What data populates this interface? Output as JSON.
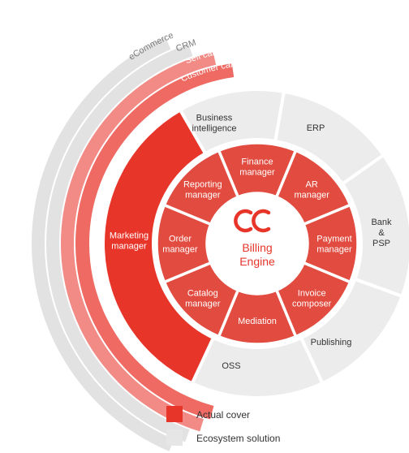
{
  "center": {
    "title_line1": "Billing",
    "title_line2": "Engine",
    "logo": "cc-logo-icon",
    "logo_color": "#e8352a"
  },
  "colors": {
    "core": "#e8352a",
    "core_alt": "#e24b3f",
    "ring_light": "#f28b85",
    "ring_mid": "#ee6a62",
    "eco": "#ececec",
    "eco_text": "#333333",
    "arc_outer": "#e2e2e2",
    "arc_outer_text": "#7a7a7a"
  },
  "inner_ring": [
    {
      "id": "finance",
      "lines": [
        "Finance",
        "manager"
      ]
    },
    {
      "id": "ar",
      "lines": [
        "AR",
        "manager"
      ]
    },
    {
      "id": "payment",
      "lines": [
        "Payment",
        "manager"
      ]
    },
    {
      "id": "invoice",
      "lines": [
        "Invoice",
        "composer"
      ]
    },
    {
      "id": "mediation",
      "lines": [
        "Mediation"
      ]
    },
    {
      "id": "catalog",
      "lines": [
        "Catalog",
        "manager"
      ]
    },
    {
      "id": "order",
      "lines": [
        "Order",
        "manager"
      ]
    },
    {
      "id": "reporting",
      "lines": [
        "Reporting",
        "manager"
      ]
    }
  ],
  "outer_ring": [
    {
      "id": "bi",
      "lines": [
        "Business",
        "intelligence"
      ]
    },
    {
      "id": "erp",
      "lines": [
        "ERP"
      ]
    },
    {
      "id": "bank",
      "lines": [
        "Bank",
        "&",
        "PSP"
      ]
    },
    {
      "id": "publishing",
      "lines": [
        "Publishing"
      ]
    },
    {
      "id": "oss",
      "lines": [
        "OSS"
      ]
    },
    {
      "id": "marketing",
      "lines": [
        "Marketing",
        "manager"
      ]
    }
  ],
  "arcs": [
    {
      "id": "customer-care",
      "label": "Customer care"
    },
    {
      "id": "self-care",
      "label": "Self care"
    },
    {
      "id": "crm",
      "label": "CRM"
    },
    {
      "id": "ecommerce",
      "label": "eCommerce"
    }
  ],
  "legend": [
    {
      "label": "Actual cover",
      "color": "#e8352a"
    },
    {
      "label": "Ecosystem solution",
      "color": "#e6e6e6"
    }
  ]
}
